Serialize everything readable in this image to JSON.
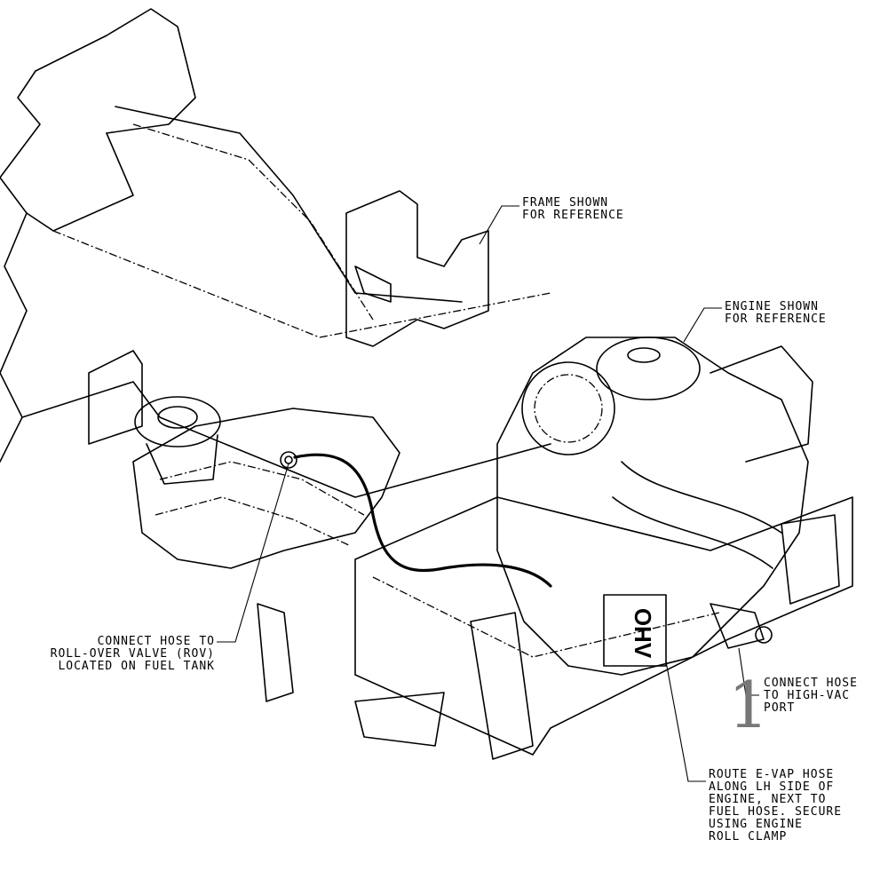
{
  "callouts": {
    "frame": [
      "FRAME SHOWN",
      "FOR REFERENCE"
    ],
    "engine": [
      "ENGINE SHOWN",
      "FOR REFERENCE"
    ],
    "rov": [
      "CONNECT HOSE TO",
      "ROLL-OVER VALVE (ROV)",
      "LOCATED ON FUEL TANK"
    ],
    "high_vac": [
      "CONNECT HOSE",
      "TO HIGH-VAC",
      "PORT"
    ],
    "evap": [
      "ROUTE E-VAP HOSE",
      "ALONG LH SIDE OF",
      "ENGINE, NEXT TO",
      "FUEL HOSE. SECURE",
      "USING ENGINE",
      "ROLL CLAMP"
    ]
  },
  "step_number": "1",
  "engine_label": "OHV"
}
